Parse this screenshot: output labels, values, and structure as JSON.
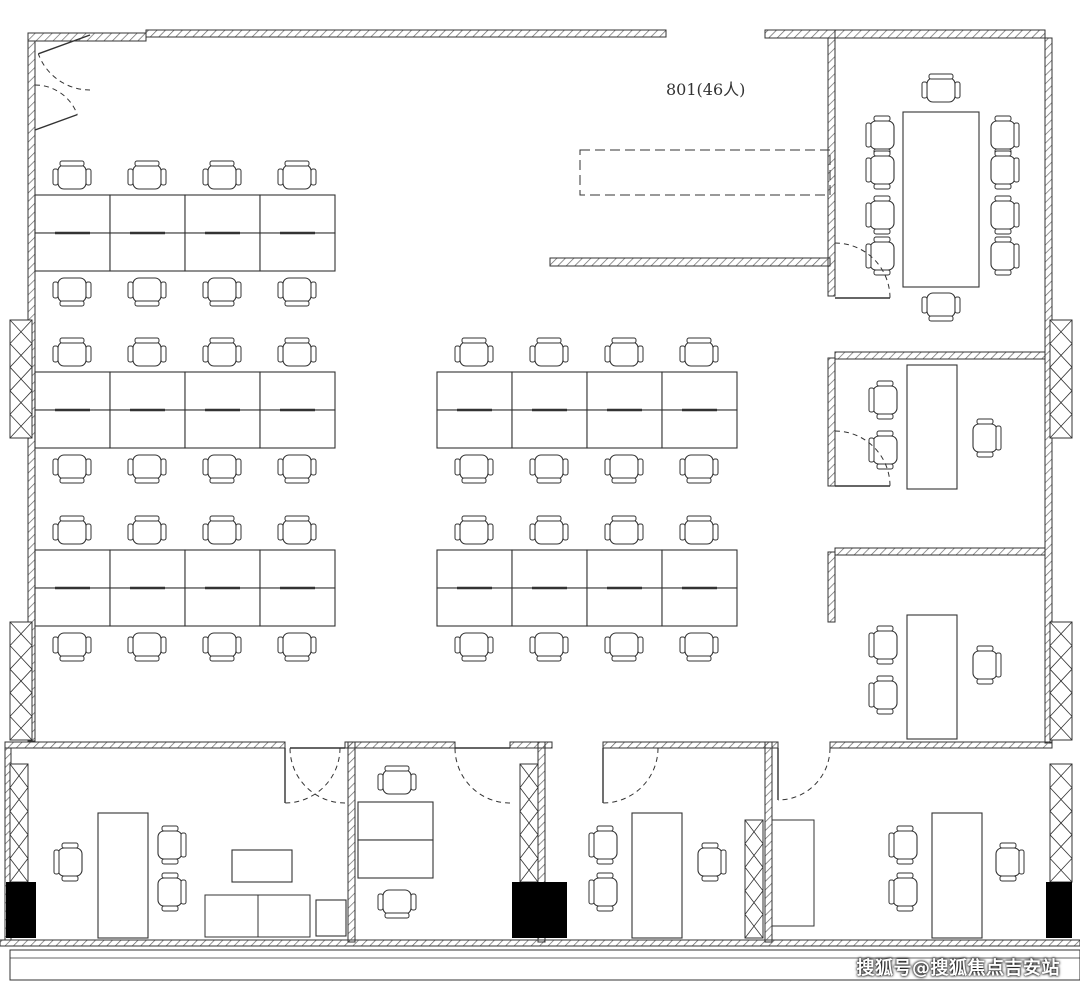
{
  "room_label": "801(46人)",
  "watermark": "搜狐号@搜狐焦点吉安站",
  "colors": {
    "line": "#333333",
    "hatch": "#666666",
    "column": "#000000",
    "background": "#ffffff"
  },
  "icons": [
    "wall-hatch",
    "office-chair",
    "desk",
    "sofa",
    "door-swing",
    "window",
    "column"
  ]
}
